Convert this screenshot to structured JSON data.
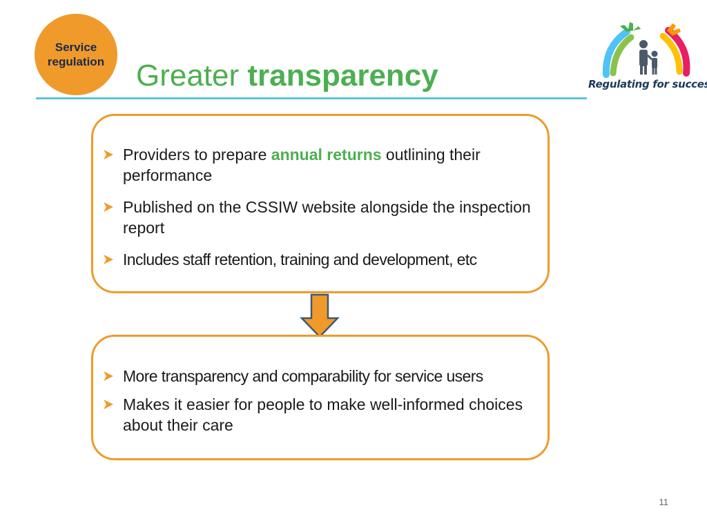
{
  "badge": {
    "line1": "Service",
    "line2": "regulation",
    "color": "#ef9a2a"
  },
  "title": {
    "normal": "Greater ",
    "bold": "transparency",
    "color": "#4caf50"
  },
  "logo": {
    "tagline": "Regulating for success",
    "icon": "hands-family-logo-icon"
  },
  "box1": {
    "bullets": [
      {
        "before": "Providers to prepare ",
        "highlight": "annual returns",
        "after": " outlining their performance"
      },
      {
        "text": "Published on the CSSIW website alongside the inspection report"
      },
      {
        "text": "Includes staff retention, training and development, etc"
      }
    ]
  },
  "box2": {
    "bullets": [
      {
        "text": "More transparency and comparability for service users"
      },
      {
        "text": "Makes it easier for people to make well-informed choices about their care"
      }
    ]
  },
  "colors": {
    "accent_orange": "#ef9a2a",
    "rule_blue": "#5bc4e0",
    "highlight_green": "#4caf50"
  },
  "page_number": "11"
}
